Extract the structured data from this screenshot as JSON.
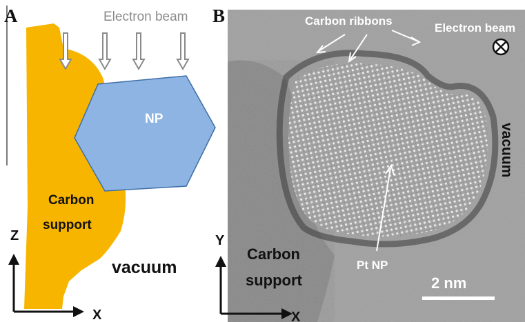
{
  "panel_a": {
    "panel_label": "A",
    "beam_label": "Electron beam",
    "np_label": "NP",
    "support_label_line1": "Carbon",
    "support_label_line2": "support",
    "vacuum_label": "vacuum",
    "axis_vertical": "Z",
    "axis_horizontal": "X",
    "colors": {
      "support": "#f7b500",
      "np_fill": "#8db4e2",
      "np_stroke": "#3e6fa8",
      "arrow": "#8a8a8a"
    }
  },
  "panel_b": {
    "panel_label": "B",
    "ribbons_label": "Carbon ribbons",
    "beam_label": "Electron beam",
    "beam_symbol": "⊗",
    "vacuum_label": "vacuum",
    "support_label_line1": "Carbon",
    "support_label_line2": "support",
    "pt_label": "Pt NP",
    "scale_label": "2 nm",
    "axis_vertical": "Y",
    "axis_horizontal": "X",
    "colors": {
      "background": "#9c9c9c"
    }
  }
}
